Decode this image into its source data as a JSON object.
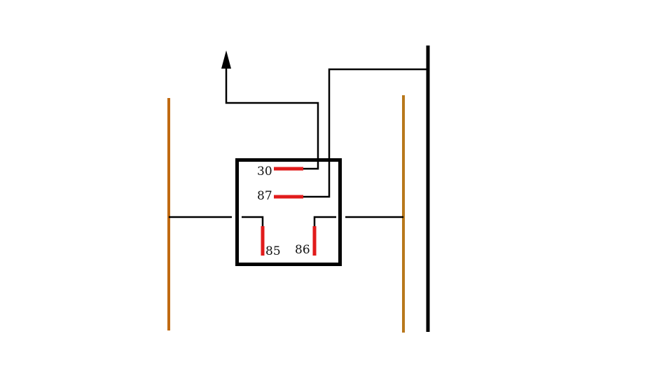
{
  "diagram": {
    "type": "relay-wiring",
    "pins": {
      "p30": "30",
      "p87": "87",
      "p85": "85",
      "p86": "86"
    },
    "colors": {
      "wire": "#000000",
      "relay_pin": "#e11b1b",
      "left_rail": "#c06a12",
      "right_rail": "#b8781c",
      "relay_outline": "#000000",
      "background": "#ffffff"
    },
    "arrow_direction": "up"
  }
}
